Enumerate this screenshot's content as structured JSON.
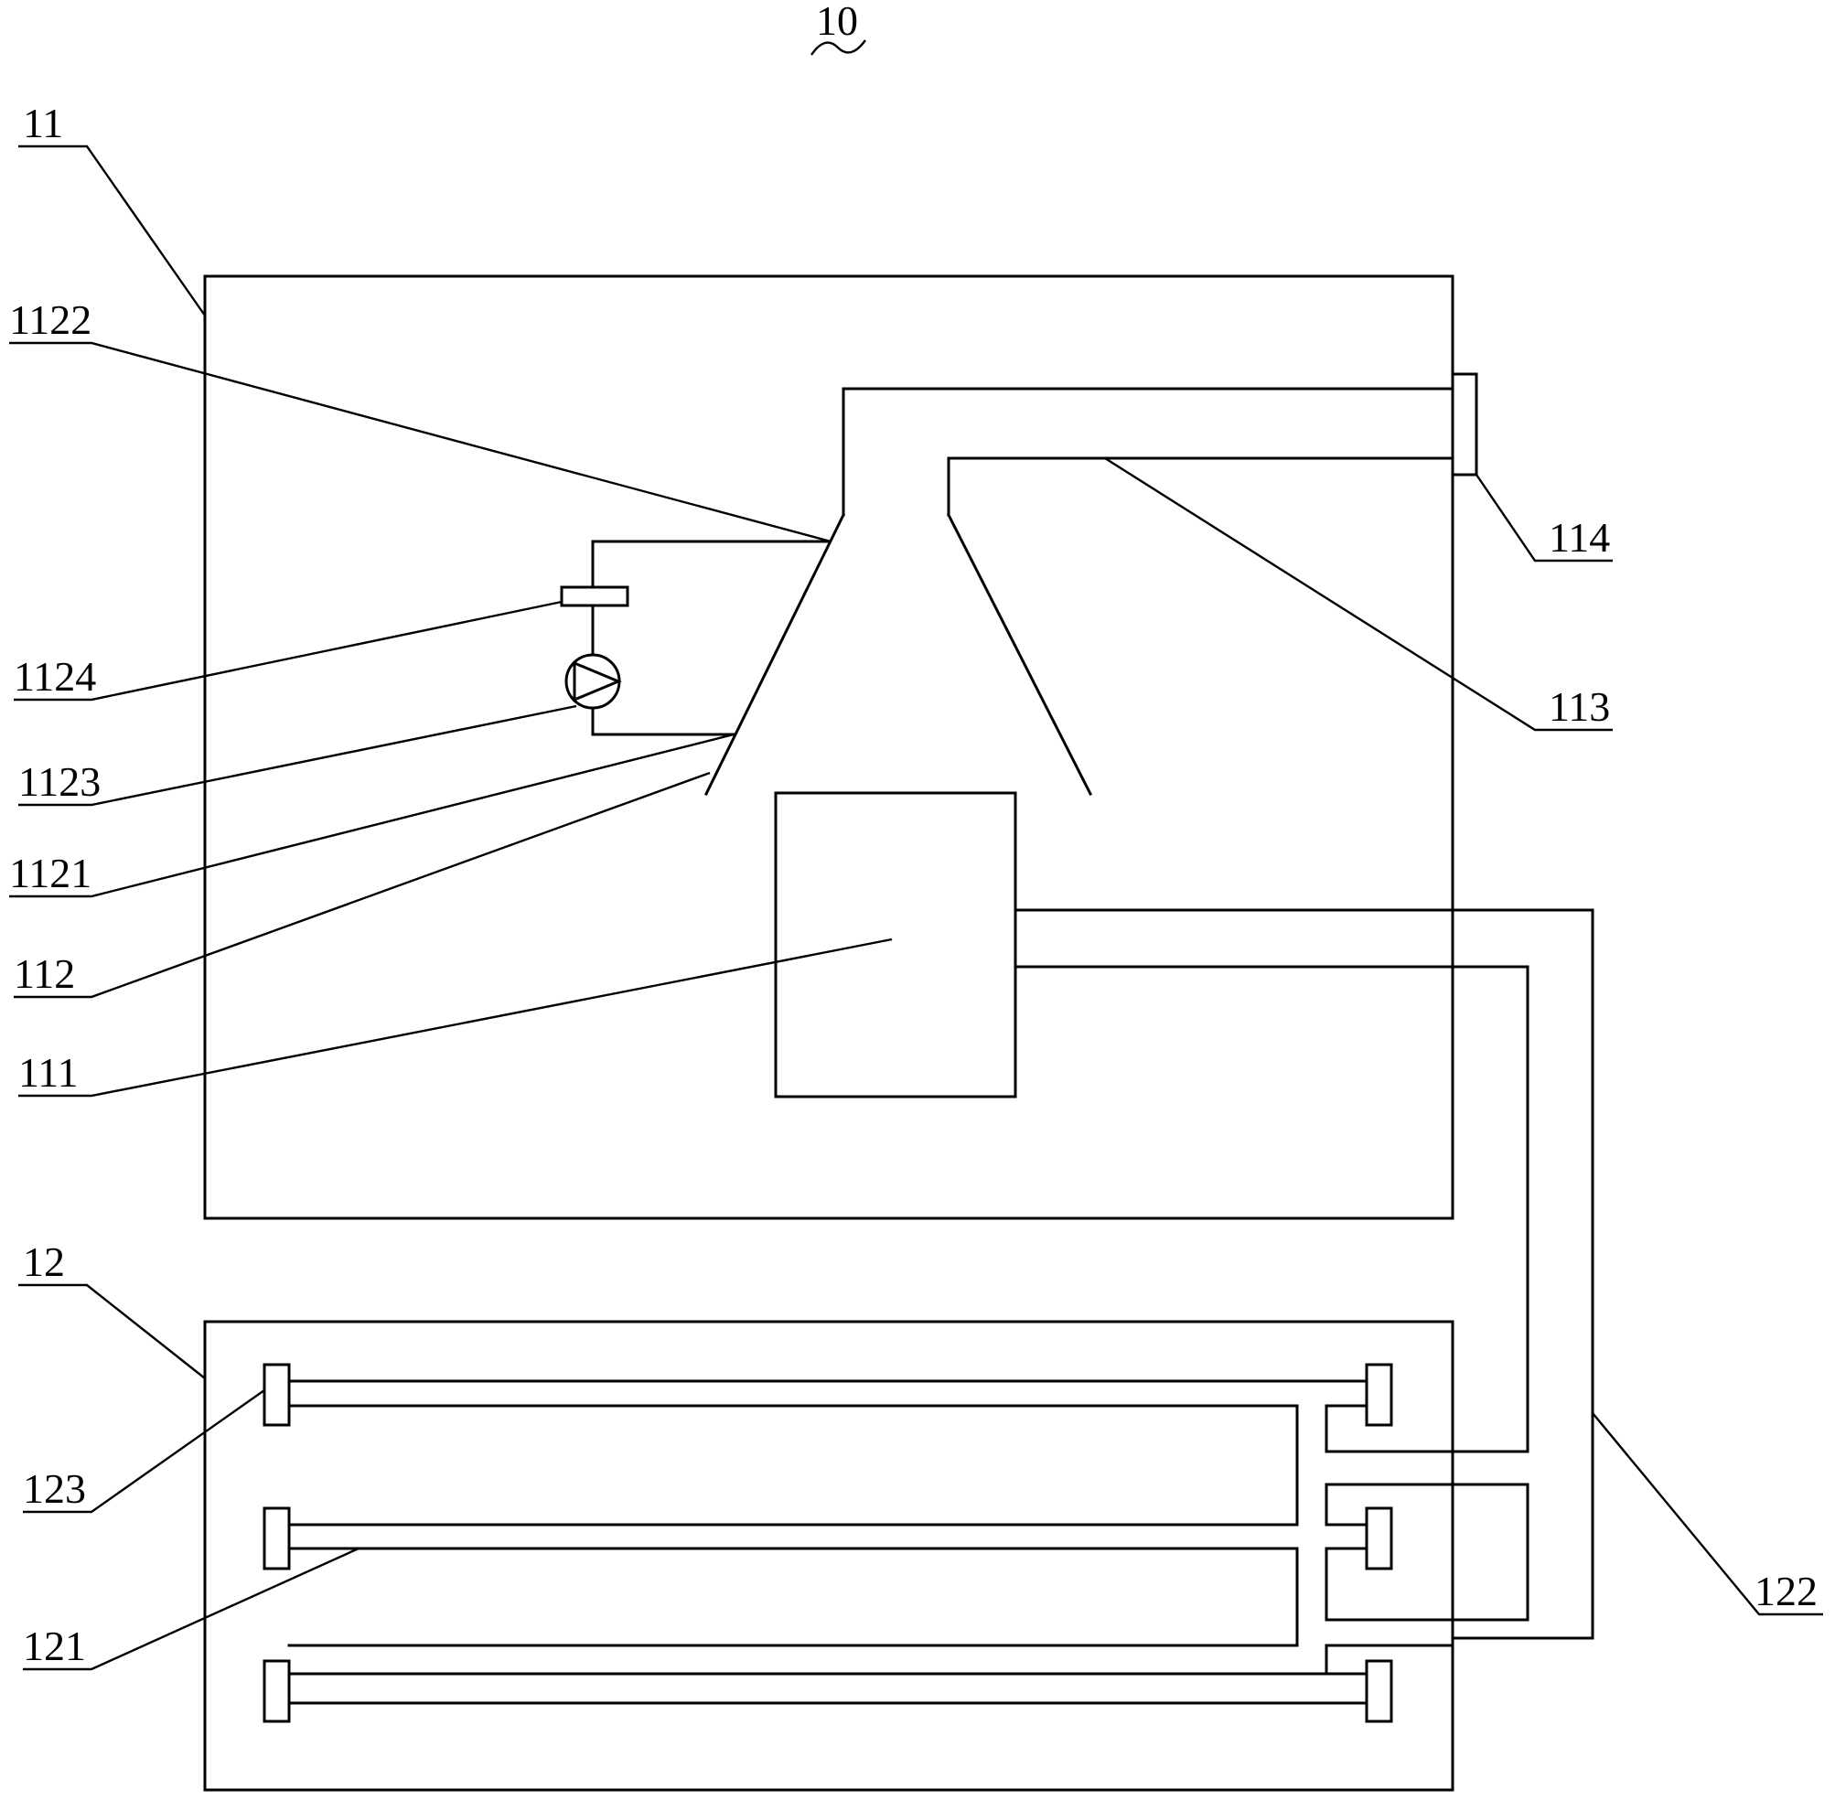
{
  "labels": {
    "fig": "10",
    "l11": "11",
    "l1122": "1122",
    "l1124": "1124",
    "l1123": "1123",
    "l1121": "1121",
    "l112": "112",
    "l111": "111",
    "l114": "114",
    "l113": "113",
    "l12": "12",
    "l123": "123",
    "l121": "121",
    "l122": "122"
  }
}
